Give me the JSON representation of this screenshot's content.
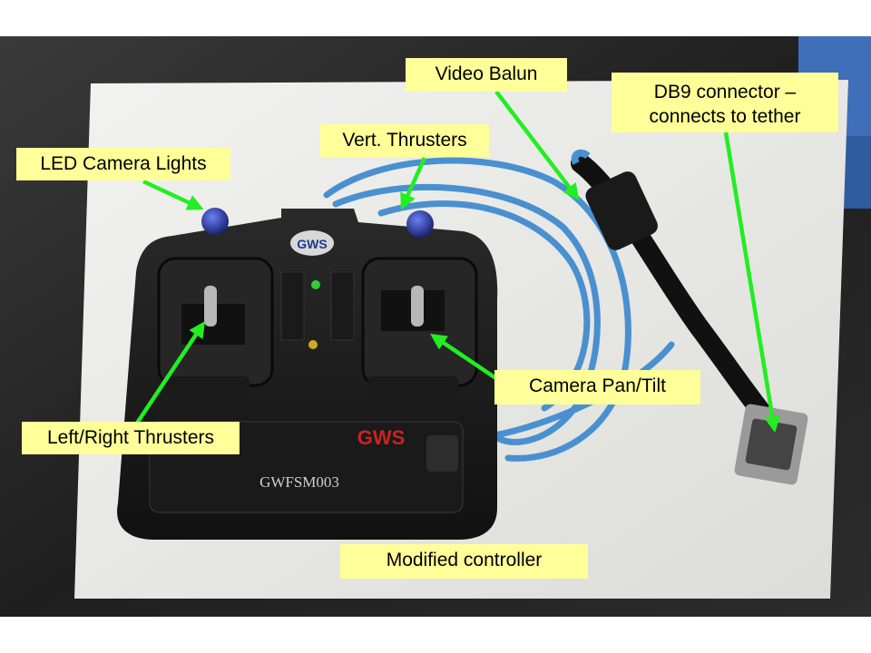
{
  "labels": {
    "led_camera_lights": "LED Camera Lights",
    "vert_thrusters": "Vert. Thrusters",
    "video_balun": "Video Balun",
    "db9_connector": "DB9 connector –\nconnects to tether",
    "left_right_thrusters": "Left/Right Thrusters",
    "camera_pan_tilt": "Camera Pan/Tilt",
    "modified_controller": "Modified controller"
  },
  "controller": {
    "brand": "GWS",
    "model": "GWFSM003"
  },
  "colors": {
    "label_background": "#ffff99",
    "arrow": "#22ee22",
    "controller_body": "#1e1e1e",
    "cable": "#4a90d0",
    "paper": "#f4f4f4",
    "seat": "#2a2a2a"
  }
}
